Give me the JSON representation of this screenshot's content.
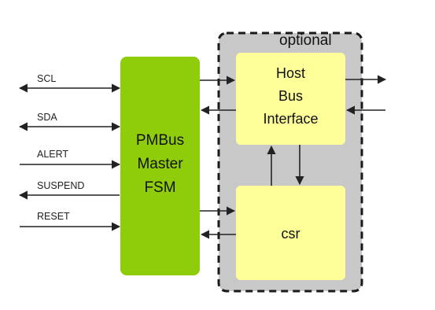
{
  "diagram": {
    "optional_label": "optional",
    "fsm": {
      "line1": "PMBus",
      "line2": "Master",
      "line3": "FSM"
    },
    "host_bus": {
      "line1": "Host",
      "line2": "Bus",
      "line3": "Interface"
    },
    "csr": {
      "label": "csr"
    },
    "signals": {
      "scl": "SCL",
      "sda": "SDA",
      "alert": "ALERT",
      "suspend": "SUSPEND",
      "reset": "RESET"
    },
    "colors": {
      "fsm_fill": "#8fcc0a",
      "box_fill": "#ffff99",
      "optional_fill": "#c8c8c8",
      "optional_border": "#1a1a1a"
    }
  }
}
